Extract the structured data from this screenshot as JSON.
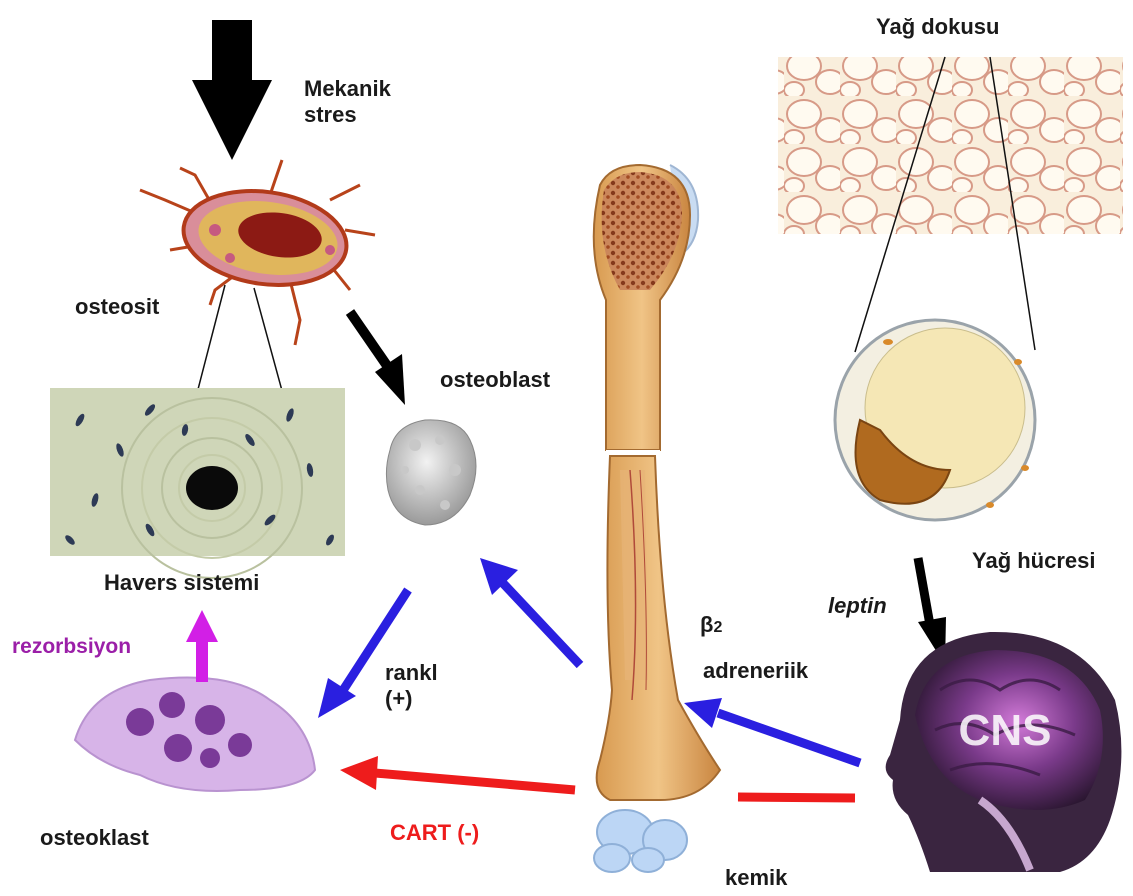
{
  "labels": {
    "mechanical_stress": "Mekanik\nstres",
    "osteocyte": "osteosit",
    "osteoblast": "osteoblast",
    "haversian_system": "Havers sistemi",
    "resorption": "rezorbsiyon",
    "rankl": "rankl\n(+)",
    "osteoclast": "osteoklast",
    "cart": "CART (-)",
    "bone": "kemik",
    "adipose_tissue": "Yağ dokusu",
    "fat_cell": "Yağ hücresi",
    "leptin": "leptin",
    "beta2": "β",
    "beta2_sub": "2",
    "adrenergic": "adreneriik",
    "cns": "CNS"
  },
  "colors": {
    "text": "#1a1a1a",
    "resorption": "#9b1fa8",
    "cart": "#ee1c1c",
    "blue_arrow": "#2a1fe0",
    "red_arrow": "#ee1c1c",
    "magenta_arrow": "#d21fe6",
    "black_arrow": "#000000"
  }
}
